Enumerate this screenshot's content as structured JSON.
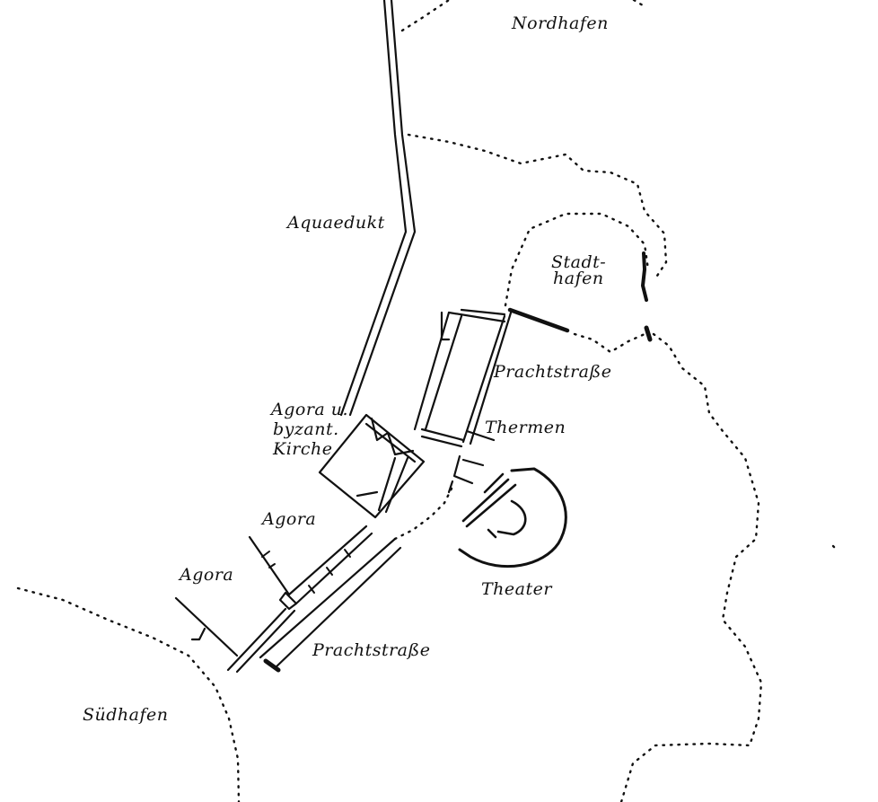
{
  "labels": {
    "nordhafen": "Nordhafen",
    "aquaedukt": "Aquaedukt",
    "stadthafen_line1": "Stadt-",
    "stadthafen_line2": "hafen",
    "prachtstrasse_north": "Prachtstraße",
    "thermen": "Thermen",
    "agora_kirche_line1": "Agora u.",
    "agora_kirche_line2": "byzant.",
    "agora_kirche_line3": "Kirche",
    "agora_1": "Agora",
    "agora_2": "Agora",
    "theater": "Theater",
    "prachtstrasse_south": "Prachtstraße",
    "suedhafen": "Südhafen"
  }
}
